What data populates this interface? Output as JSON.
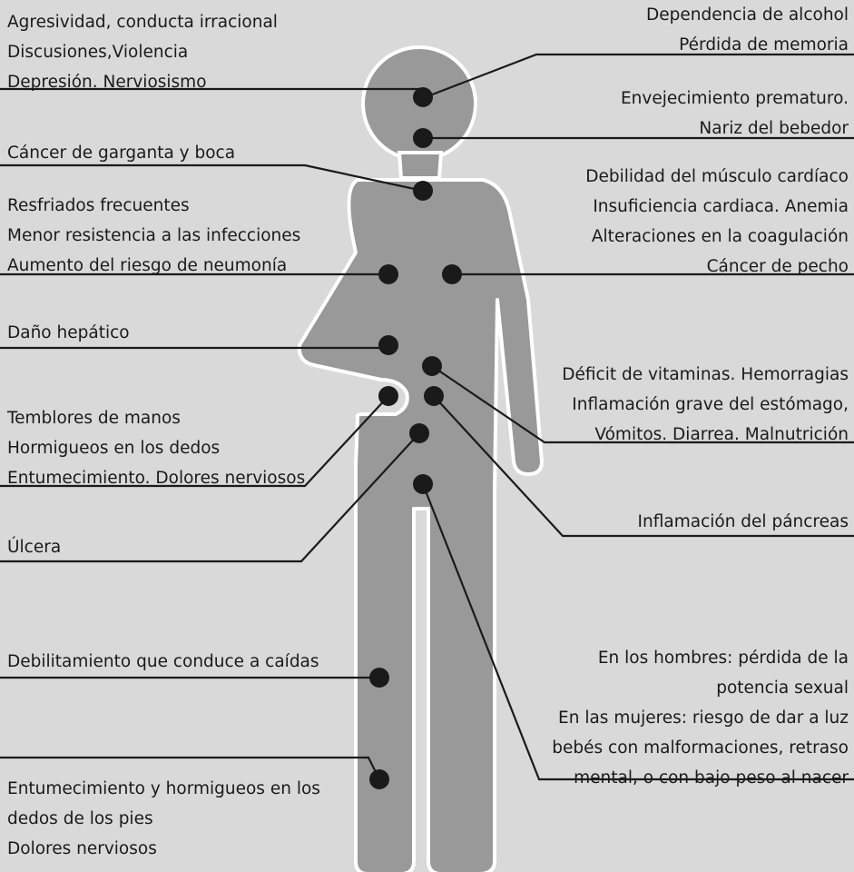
{
  "labels": {
    "mood": [
      "Agresividad, conducta irracional",
      "Discusiones,Violencia",
      "Depresión. Nerviosismo"
    ],
    "alcohol": [
      "Dependencia de alcohol",
      "Pérdida de memoria"
    ],
    "aging": [
      "Envejecimiento prematuro.",
      "Nariz del bebedor"
    ],
    "throat": [
      "Cáncer de garganta y boca"
    ],
    "infections": [
      "Resfriados frecuentes",
      "Menor resistencia a las infecciones",
      "Aumento del riesgo de neumonía"
    ],
    "heart": [
      "Debilidad del músculo cardíaco",
      "Insuficiencia cardiaca. Anemia",
      "Alteraciones en la coagulación",
      "Cáncer de pecho"
    ],
    "liver": [
      "Daño hepático"
    ],
    "stomach": [
      "Déficit de vitaminas. Hemorragias",
      "Inflamación grave del estómago,",
      "Vómitos. Diarrea. Malnutrición"
    ],
    "hands": [
      "Temblores de manos",
      "Hormigueos en los dedos",
      "Entumecimiento. Dolores nerviosos"
    ],
    "pancreas": [
      "Inflamación del páncreas"
    ],
    "ulcer": [
      "Úlcera"
    ],
    "legs": [
      "Debilitamiento que conduce a caídas"
    ],
    "sexual": [
      "En los hombres: pérdida de la",
      "potencia sexual",
      "En las mujeres: riesgo de dar a luz",
      "bebés con malformaciones, retraso",
      "mental, o con bajo peso al nacer"
    ],
    "feet": [
      "Entumecimiento y hormigueos en los",
      "dedos de los pies",
      "Dolores nerviosos"
    ]
  },
  "colors": {
    "background": "#d9d9d9",
    "body": "#999999",
    "outline": "#ffffff",
    "dot": "#1a1a1a",
    "line": "#1a1a1a"
  }
}
